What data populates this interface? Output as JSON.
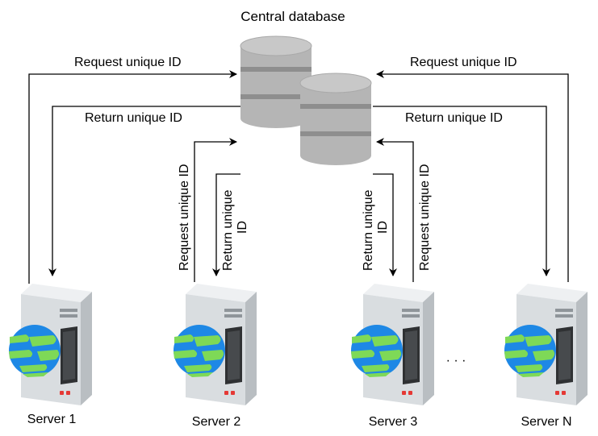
{
  "title": "Central database",
  "arrows": {
    "left_request": "Request unique ID",
    "left_return": "Return unique ID",
    "right_request": "Request unique ID",
    "right_return": "Return unique ID",
    "s2_request": "Request unique ID",
    "s2_return_line1": "Return unique",
    "s2_return_line2": "ID",
    "s3_return_line1": "Return unique",
    "s3_return_line2": "ID",
    "s3_request": "Request unique ID"
  },
  "servers": [
    {
      "label": "Server 1"
    },
    {
      "label": "Server 2"
    },
    {
      "label": "Server 3"
    },
    {
      "label": "Server N"
    }
  ],
  "ellipsis": "· · ·",
  "colors": {
    "db_body": "#b5b5b5",
    "db_dark": "#8e8e8e",
    "server_body": "#d9dde0",
    "server_side": "#b9bec2",
    "globe_ocean": "#1e88e5",
    "globe_land": "#7ed957",
    "led": "#e53935"
  }
}
